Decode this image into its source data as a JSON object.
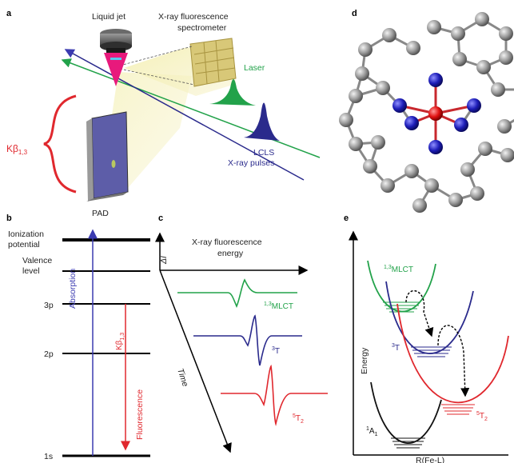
{
  "panels": {
    "a": {
      "letter": "a",
      "liquid_jet": "Liquid jet",
      "spectrometer_line1": "X-ray fluorescence",
      "spectrometer_line2": "spectrometer",
      "laser": "Laser",
      "lcls_line1": "LCLS",
      "lcls_line2": "X-ray pulses",
      "kbeta_main": "Kβ",
      "kbeta_sub": "1,3",
      "pad": "PAD"
    },
    "b": {
      "letter": "b",
      "ionization_line1": "Ionization",
      "ionization_line2": "potential",
      "valence_line1": "Valence",
      "valence_line2": "level",
      "level_3p": "3p",
      "level_2p": "2p",
      "level_1s": "1s",
      "absorption": "Absorption",
      "kbeta_main": "Kβ",
      "kbeta_sub": "1,3",
      "fluorescence": "Fluorescence"
    },
    "c": {
      "letter": "c",
      "delta_i": "ΔI",
      "xray_line1": "X-ray fluorescence",
      "xray_line2": "energy",
      "time": "Time",
      "mlct_sup": "1,3",
      "mlct": "MLCT",
      "t3_sup": "3",
      "t3": "T",
      "t5_sup": "5",
      "t5": "T",
      "t5_sub": "2"
    },
    "d": {
      "letter": "d"
    },
    "e": {
      "letter": "e",
      "energy": "Energy",
      "mlct_sup": "1,3",
      "mlct": "MLCT",
      "t3_sup": "3",
      "t3": "T",
      "t5_sup": "5",
      "t5": "T",
      "t5_sub": "2",
      "a1_sup": "1",
      "a1": "A",
      "a1_sub": "1",
      "xaxis": "R(Fe-L)"
    }
  },
  "colors": {
    "green": "#22a24a",
    "blue": "#2a2a8c",
    "red": "#e0282e",
    "magenta": "#e8197c",
    "black": "#000000"
  }
}
